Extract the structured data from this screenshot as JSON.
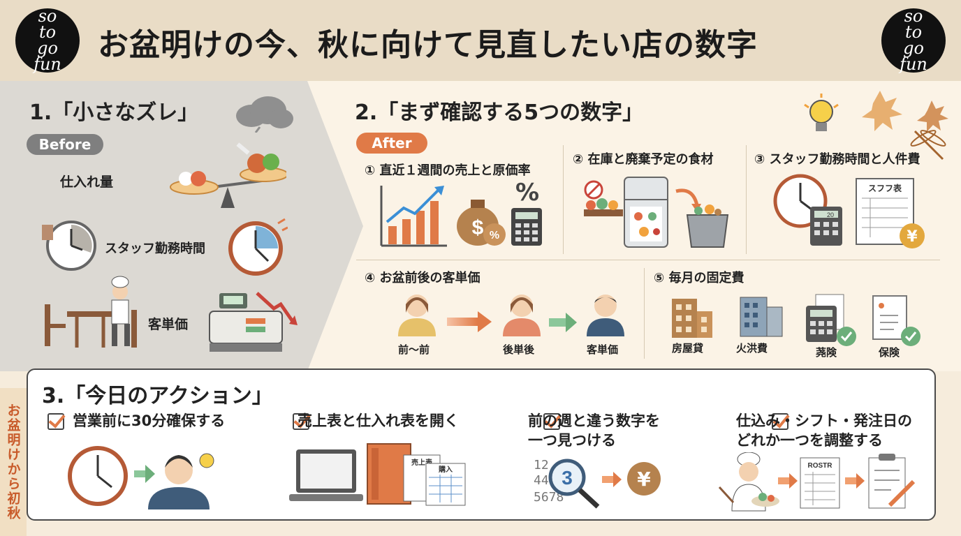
{
  "header": {
    "title": "お盆明けの今、秋に向けて見直したい店の数字",
    "logo_text_lines": [
      "so",
      "to",
      "go",
      "fun"
    ]
  },
  "section1": {
    "title": "1.「小さなズレ」",
    "badge": "Before",
    "items": [
      {
        "label": "仕入れ量",
        "icon": "balance-scale-icon"
      },
      {
        "label": "スタッフ勤務時間",
        "icon": "clock-icon"
      },
      {
        "label": "客単価",
        "icon": "cash-register-icon"
      }
    ]
  },
  "section2": {
    "title": "2.「まず確認する5つの数字」",
    "badge": "After",
    "items": [
      {
        "label": "① 直近１週間の売上と原価率"
      },
      {
        "label": "② 在庫と廃棄予定の食材"
      },
      {
        "label": "③ スタッフ勤務時間と人件費",
        "sheet_label": "スフフ表",
        "sheet_small": "20"
      },
      {
        "label": "④ お盆前後の客単価",
        "people": [
          "前〜前",
          "後単後",
          "客単価"
        ]
      },
      {
        "label": "⑤ 毎月の固定費",
        "costs": [
          "房屋貸",
          "火洪費",
          "荛険",
          "保険"
        ]
      }
    ],
    "percent_sign": "%",
    "dollar_sign": "$",
    "yen_sign": "¥"
  },
  "section3": {
    "title": "3.「今日のアクション」",
    "actions": [
      {
        "lines": [
          "営業前に30分確保する"
        ]
      },
      {
        "lines": [
          "売上表と仕入れ表を開く"
        ],
        "binder_label": "売上表",
        "sheet_label": "購入"
      },
      {
        "lines": [
          "前の週と違う数字を",
          "一つ見つける"
        ],
        "digits": [
          "12",
          "44",
          "5678"
        ],
        "lens_digit": "3"
      },
      {
        "lines": [
          "仕込み・シフト・発注日の",
          "どれか一つを調整する"
        ],
        "roster_label": "ROSTR"
      }
    ]
  },
  "side_tag": "お盆明けから初秋",
  "colors": {
    "accent": "#e07a47",
    "dark": "#1b1b1b",
    "gray_panel": "#d9d6d0",
    "cream": "#fbf3e6",
    "green": "#6cae7a"
  }
}
